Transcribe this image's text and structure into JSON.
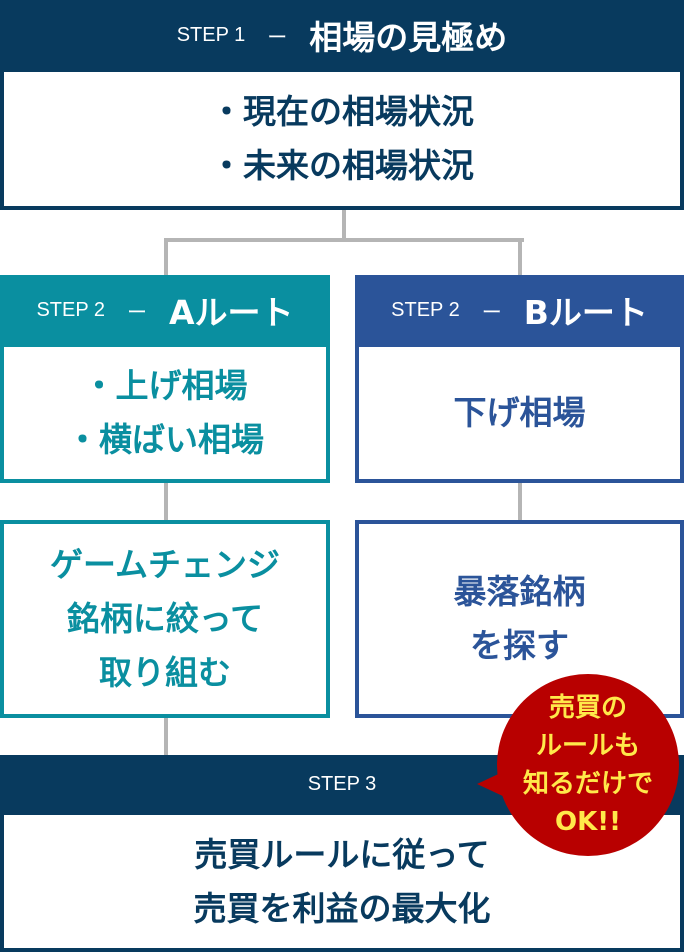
{
  "step1": {
    "step": "STEP 1",
    "dash": "ー",
    "title": "相場の見極め",
    "items": [
      "・現在の相場状況",
      "・未来の相場状況"
    ]
  },
  "routeA": {
    "step": "STEP 2",
    "dash": "ー",
    "title": "Aルート",
    "items": [
      "・上げ相場",
      "・横ばい相場"
    ],
    "action": [
      "ゲームチェンジ",
      "銘柄に絞って",
      "取り組む"
    ]
  },
  "routeB": {
    "step": "STEP 2",
    "dash": "ー",
    "title": "Bルート",
    "items": [
      "下げ相場"
    ],
    "action": [
      "暴落銘柄",
      "を探す"
    ]
  },
  "step3": {
    "step": "STEP 3",
    "lines": [
      "売買ルールに従って",
      "売買を利益の最大化"
    ]
  },
  "bubble": {
    "lines": [
      "売買の",
      "ルールも",
      "知るだけで",
      "OK!!"
    ]
  },
  "colors": {
    "navy": "#083a5e",
    "teal": "#0a8fa0",
    "blue": "#2b5499",
    "red": "#b80000",
    "yellow": "#ffe94a"
  }
}
